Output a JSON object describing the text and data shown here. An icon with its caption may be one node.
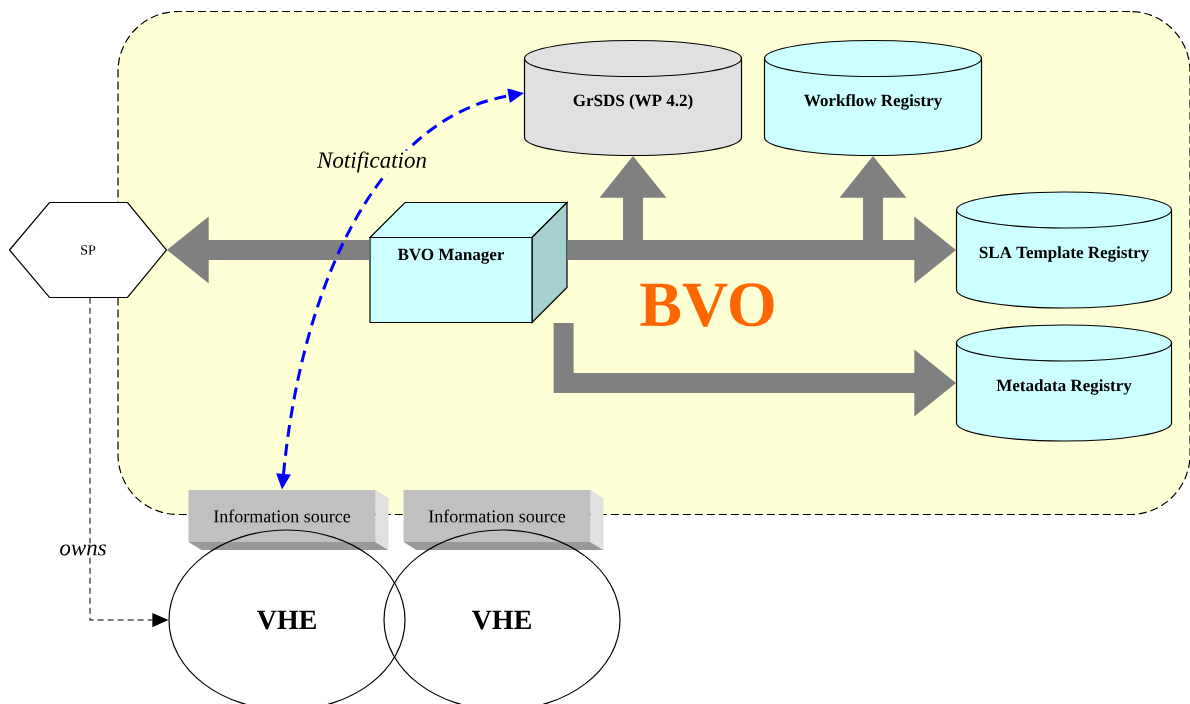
{
  "diagram": {
    "nodes": [
      {
        "text": [
          "BVO"
        ]
      },
      {
        "text": [
          "GrSDS (WP 4.2)"
        ],
        "in": 0
      },
      {
        "text": [
          "Workflow Registry"
        ],
        "in": 0
      },
      {
        "text": [
          "SP"
        ]
      },
      {
        "text": [
          "BVO Manager"
        ],
        "in": 0
      },
      {
        "text": [
          "SLA Template Registry"
        ],
        "in": 0
      },
      {
        "text": [
          "Metadata Registry"
        ],
        "in": 0
      },
      {
        "text": [
          "Information source"
        ]
      },
      {
        "text": [
          "Information source"
        ]
      },
      {
        "text": [
          "VHE"
        ]
      },
      {
        "text": [
          "VHE"
        ]
      }
    ],
    "edges": [
      {
        "from": 4,
        "to": 3,
        "arrow": "to"
      },
      {
        "from": 4,
        "to": 1,
        "arrow": "to"
      },
      {
        "from": 4,
        "to": 2,
        "arrow": "to"
      },
      {
        "from": 4,
        "to": 5,
        "arrow": "to"
      },
      {
        "from": 4,
        "to": 6,
        "arrow": "to"
      },
      {
        "from": 7,
        "to": 1,
        "arrow": "both",
        "style": "dashed",
        "color": "#0000ff",
        "label": "Notification"
      },
      {
        "from": 3,
        "to": 9,
        "arrow": "to",
        "style": "dashed",
        "color": "#000000",
        "label": "owns"
      }
    ]
  }
}
